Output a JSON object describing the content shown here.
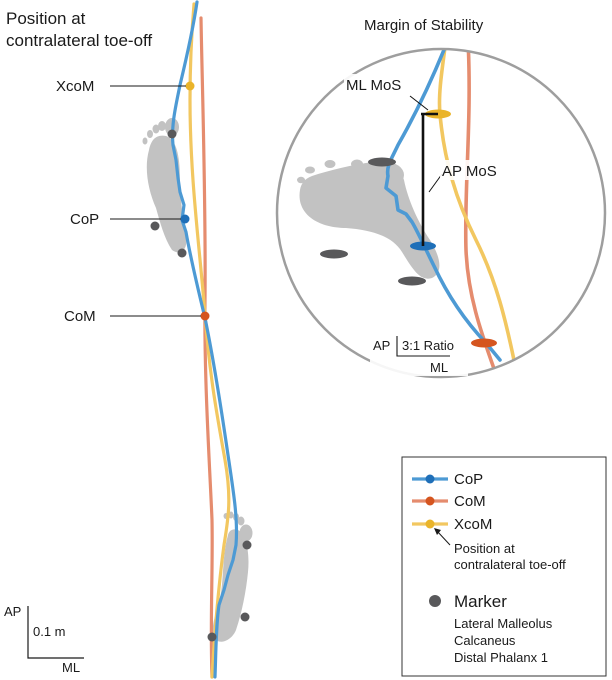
{
  "title": "Position at\ncontralateral toe-off",
  "title_lines": [
    "Position at",
    "contralateral toe-off"
  ],
  "point_labels": {
    "xcom": "XcoM",
    "cop": "CoP",
    "com": "CoM"
  },
  "inset": {
    "title": "Margin of Stability",
    "ml_mos": "ML MoS",
    "ap_mos": "AP MoS",
    "ratio_ap": "AP",
    "ratio_text": "3:1 Ratio",
    "ratio_ml": "ML"
  },
  "scale_bar": {
    "ap": "AP",
    "value": "0.1 m",
    "ml": "ML"
  },
  "legend": {
    "items": [
      {
        "label": "CoP",
        "color": "#4d9ad4"
      },
      {
        "label": "CoM",
        "color": "#e0896b"
      },
      {
        "label": "XcoM",
        "color": "#f2c760"
      }
    ],
    "note_lines": [
      "Position at",
      "contralateral toe-off"
    ],
    "marker_title": "Marker",
    "marker_lines": [
      "Lateral Malleolus",
      "Calcaneus",
      "Distal Phalanx 1"
    ]
  },
  "colors": {
    "cop": "#4d9ad4",
    "cop_dot": "#1f6fb8",
    "com": "#e0896b",
    "com_dot": "#d5551f",
    "xcom": "#f2c760",
    "xcom_dot": "#eab42a",
    "marker": "#59595b",
    "foot": "#bfbfbf"
  }
}
